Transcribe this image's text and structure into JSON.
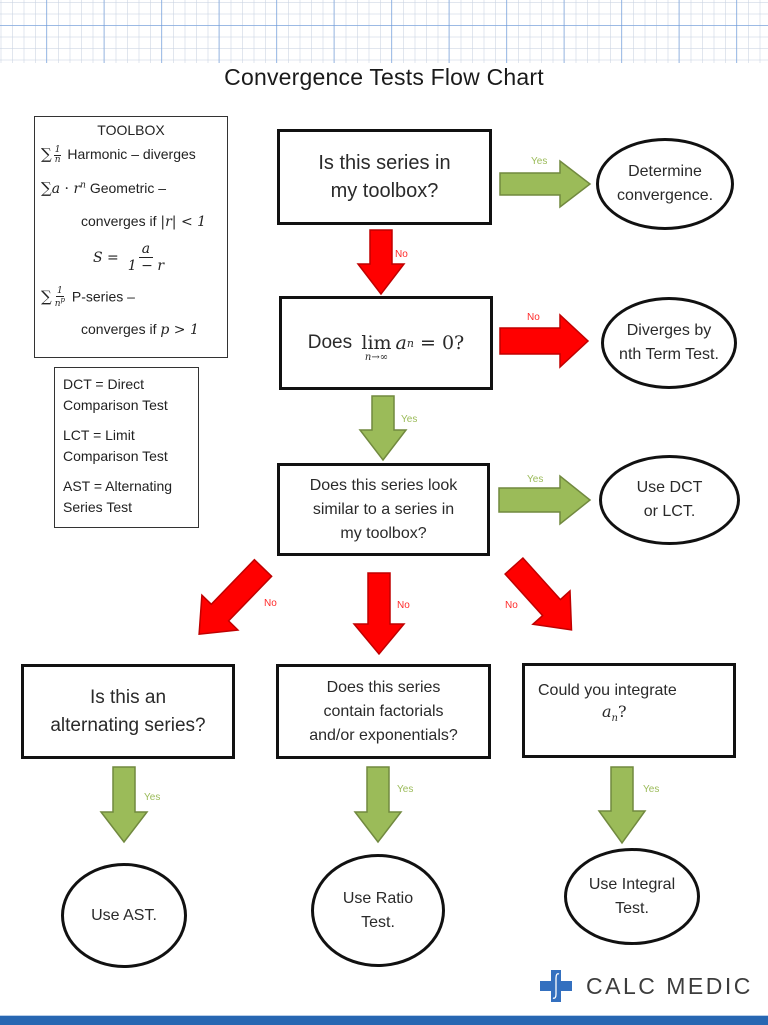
{
  "title": "Convergence Tests Flow Chart",
  "toolbox": {
    "header": "TOOLBOX",
    "harmonic": {
      "sigma": "∑",
      "num": "1",
      "den": "n",
      "text": "Harmonic – diverges"
    },
    "geometric": {
      "sigma": "∑",
      "expr_a": "a",
      "dot": " · ",
      "expr_r": "r",
      "exp": "n",
      "text": "Geometric –"
    },
    "geometric_cond": {
      "text": "converges if ",
      "math": "|r| < 1"
    },
    "geometric_sum": {
      "lhs": "S =",
      "num": "a",
      "den": "1 − r"
    },
    "pseries": {
      "sigma": "∑",
      "num": "1",
      "den": "n",
      "den_exp": "p",
      "text": "P-series –"
    },
    "pseries_cond": {
      "text": "converges if ",
      "math": "p > 1"
    }
  },
  "legend": {
    "items": [
      {
        "abbr": "DCT = Direct",
        "rest": "Comparison Test"
      },
      {
        "abbr": "LCT = Limit",
        "rest": "Comparison Test"
      },
      {
        "abbr": "AST = Alternating",
        "rest": "Series Test"
      }
    ]
  },
  "nodes": {
    "q_toolbox": {
      "lines": [
        "Is this series in",
        "my toolbox?"
      ]
    },
    "r_determine": {
      "lines": [
        "Determine",
        "convergence."
      ]
    },
    "q_limit": {
      "prefix": "Does ",
      "lim": "lim",
      "sub": "n→∞",
      "expr": "a",
      "expr_sub": "n",
      "suffix": " = 0?"
    },
    "r_diverges": {
      "lines": [
        "Diverges by",
        "nth Term Test."
      ]
    },
    "q_similar": {
      "lines": [
        "Does this series look",
        "similar to a series in",
        "my toolbox?"
      ]
    },
    "r_dct": {
      "lines": [
        "Use DCT",
        "or LCT."
      ]
    },
    "q_alternating": {
      "lines": [
        "Is this an",
        "alternating series?"
      ]
    },
    "q_factorials": {
      "lines": [
        "Does this series",
        "contain factorials",
        "and/or exponentials?"
      ]
    },
    "q_integrate": {
      "line1": "Could you integrate",
      "expr": "a",
      "expr_sub": "n",
      "suffix": "?"
    },
    "r_ast": {
      "lines": [
        "Use AST."
      ]
    },
    "r_ratio": {
      "lines": [
        "Use Ratio",
        "Test."
      ]
    },
    "r_integral": {
      "lines": [
        "Use Integral",
        "Test."
      ]
    }
  },
  "edges": {
    "yes": "Yes",
    "no": "No"
  },
  "colors": {
    "yes_arrow": "#9bbb59",
    "yes_arrow_stroke": "#71893f",
    "no_arrow": "#ff0000",
    "no_arrow_stroke": "#c00000",
    "brand_blue": "#2767b2"
  },
  "brand": {
    "name": "CALC MEDIC",
    "icon": "cross-integral-icon"
  }
}
